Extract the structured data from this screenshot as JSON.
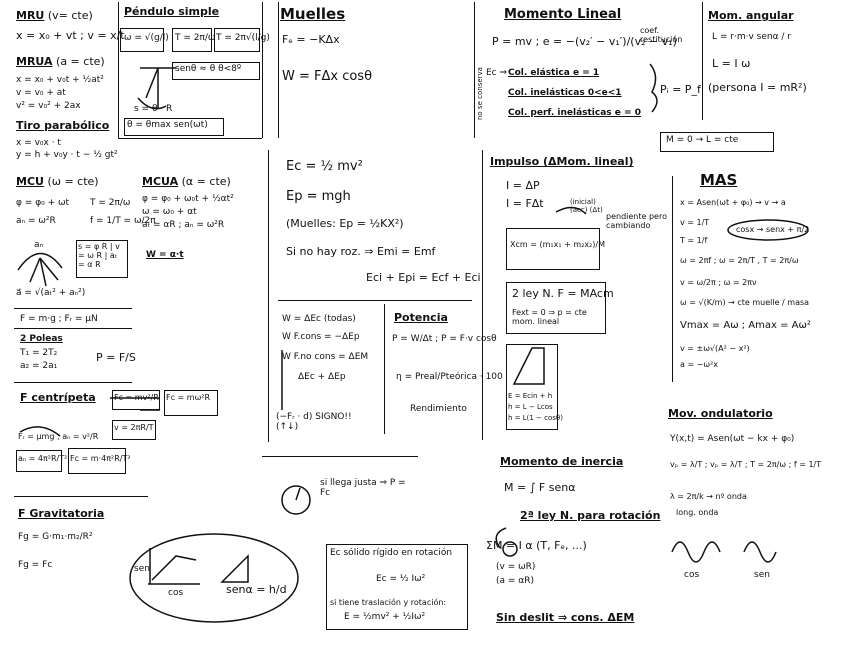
{
  "mru": {
    "title": "MRU",
    "cond": "(v= cte)",
    "eq": "x = x₀ + vt ; v = x/t"
  },
  "mrua": {
    "title": "MRUA",
    "cond": "(a = cte)",
    "eq1": "x = x₀ + v₀t + ½at²",
    "eq2": "v = v₀ + at",
    "eq3": "v² = v₀² + 2ax"
  },
  "tiro": {
    "title": "Tiro parabólico",
    "eq1": "x = v₀x · t",
    "eq2": "y = h + v₀y · t − ½ gt²"
  },
  "pendulo": {
    "title": "Péndulo simple",
    "f1": "ω = √(g/l)",
    "f2": "T = 2π/ω",
    "f3": "T = 2π√(l/g)",
    "approx": "senθ ≈ θ  θ<8º",
    "arc": "s = θ · R",
    "theta": "θ = θmax sen(ωt)"
  },
  "muelles": {
    "title": "Muelles",
    "force": "Fₑ = −KΔx",
    "work": "W = FΔx cosθ"
  },
  "mcu": {
    "title": "MCU",
    "cond": "(ω = cte)",
    "eq1": "φ = φ₀ + ωt",
    "eq2": "aₙ = ω²R",
    "t1": "T = 2π/ω",
    "t2": "f = 1/T = ω/2π"
  },
  "mcua": {
    "title": "MCUA",
    "cond": "(α = cte)",
    "eq1": "φ = φ₀ + ω₀t + ½αt²",
    "eq2": "ω = ω₀ + αt",
    "eq3": "aₜ = αR ; aₙ = ω²R",
    "eq4": "W = α·t",
    "box": "s = φ R | v = ω R | aₜ = α R"
  },
  "vectors": {
    "an": "aₙ",
    "a": "a⃗ = √(aₜ² + aₙ²)"
  },
  "weight": {
    "eq": "F = m·g ; Fᵣ = μN"
  },
  "poleas": {
    "title": "2 Poleas",
    "eq1": "T₁ = 2T₂",
    "eq2": "a₂ = 2a₁",
    "p": "P = F/S"
  },
  "centripeta": {
    "title": "F centrípeta",
    "fc": "Fc = mv²/R",
    "fc2": "Fc = mω²R",
    "fc3": "Fc = m·4π²R/T²",
    "fc4": "v = 2πR/T",
    "roz": "Fᵣ = μmg ; aₙ = v²/R",
    "an2": "aₙ = 4π²R/T²",
    "fc5": "Fc = m·4π²R/T²"
  },
  "grav": {
    "title": "F Gravitatoria",
    "eq1": "Fg = G·m₁·m₂/R²",
    "eq2": "Fg = Fc"
  },
  "energia": {
    "ec": "Ec = ½ mv²",
    "ep": "Ep = mgh",
    "muelle": "(Muelles: Ep = ½KX²)",
    "noroz": "Si no hay roz. ⇒ Emi = Emf",
    "roz": "Eci + Epi = Ecf + Eci"
  },
  "trabajo": {
    "w1": "W = ΔEc (todas)",
    "w2": "W F.cons = −ΔEp",
    "w3": "W F.no cons = ΔEM",
    "w4": "ΔEc + ΔEp",
    "sign": "(−Fᵣ · d) SIGNO!! (↑↓)"
  },
  "potencia": {
    "title": "Potencia",
    "eq1": "P = W/Δt ; P = F·v cosθ",
    "eta": "η = Preal/Pteórica · 100",
    "rend": "Rendimiento"
  },
  "bottom": {
    "loop": "si llega justa ⇒ P = Fc",
    "sen": "sen",
    "cos": "cos",
    "ratio": "senα = h/d"
  },
  "rigido": {
    "title": "Ec sólido rígido en rotación",
    "eq": "Ec = ½ Iω²",
    "trans": "si tiene traslación y rotación:",
    "eq2": "E = ½mv² + ½Iω²"
  },
  "momento": {
    "title": "Momento Lineal",
    "p": "P = mv ; e = −(v₂′ − v₁′)/(v₂ − v₁)",
    "coef": "coef. restitución",
    "ec": "Ec ⇒",
    "el": "Col. elástica  e = 1",
    "inel": "Col. inelásticas  0<e<1",
    "perf": "Col. perf. inelásticas  e = 0",
    "cons": "Pᵢ = P_f",
    "side": "no se conserva"
  },
  "angular": {
    "title": "Mom. angular",
    "l1": "L = r·m·v senα / r",
    "l2": "L = I ω",
    "l3": "(persona  I = mR²)",
    "cons": "M = 0 → L = cte"
  },
  "impulso": {
    "title": "Impulso (ΔMom. lineal)",
    "i1": "I = ΔP",
    "i2": "I = FΔt",
    "note": "(inicial)(acc) (Δt)",
    "xcm": "Xcm = (m₁x₁ + m₂x₂)/M",
    "pend": "pendiente pero cambiando"
  },
  "newton2": {
    "title": "2 ley N.  F = MAcm",
    "text": "Fext = 0 ⇒ p = cte mom. lineal"
  },
  "plane": {
    "e1": "E = Ecin + h",
    "e2": "h = L − Lcos",
    "e3": "h = L(1 − cosθ)"
  },
  "inercia": {
    "title": "Momento de inercia",
    "eq": "M = ∫ F senα",
    "ley": "2ª ley N. para rotación",
    "sum": "ΣM = I α   (T, Fₑ, ...)",
    "v": "(v = ωR)",
    "a": "(a = αR)"
  },
  "sindeslit": {
    "text": "Sin deslit ⇒ cons. ΔEM"
  },
  "mas": {
    "title": "MAS",
    "x": "x = Asen(ωt + φ₀) → v → a",
    "v": "v = 1/T",
    "t": "T = 1/f",
    "box": "cosx → senx + π/2",
    "w": "ω = 2πf ; ω = 2π/T , T = 2π/ω",
    "v2": "v = ω/2π ; ω = 2πν",
    "wm": "ω = √(K/m) → cte muelle / masa",
    "vmax": "Vmax = Aω ; Amax = Aω²",
    "vv": "v = ±ω√(A² − x²)",
    "ax": "a = −ω²x"
  },
  "ondas": {
    "title": "Mov. ondulatorio",
    "y": "Y(x,t) = Asen(ωt − kx + φ₀)",
    "vp": "vₚ = λ/T ; vₚ = λ/T ; T = 2π/ω ; f = 1/T",
    "lambda": "λ = 2π/k → nº onda",
    "long": "long. onda",
    "cos": "cos",
    "sen": "sen"
  }
}
